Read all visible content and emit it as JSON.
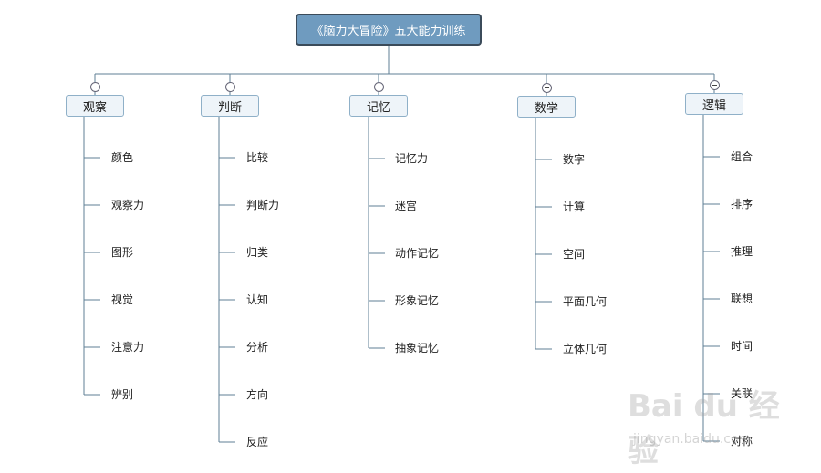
{
  "root": {
    "label": "《脑力大冒险》五大能力训练"
  },
  "branches": [
    {
      "label": "观察",
      "children": [
        "颜色",
        "观察力",
        "图形",
        "视觉",
        "注意力",
        "辨别"
      ]
    },
    {
      "label": "判断",
      "children": [
        "比较",
        "判断力",
        "归类",
        "认知",
        "分析",
        "方向",
        "反应"
      ]
    },
    {
      "label": "记忆",
      "children": [
        "记忆力",
        "迷宫",
        "动作记忆",
        "形象记忆",
        "抽象记忆"
      ]
    },
    {
      "label": "数学",
      "children": [
        "数字",
        "计算",
        "空间",
        "平面几何",
        "立体几何"
      ]
    },
    {
      "label": "逻辑",
      "children": [
        "组合",
        "排序",
        "推理",
        "联想",
        "时间",
        "关联",
        "对称"
      ]
    }
  ],
  "watermark": {
    "logo": "Bai du 经验",
    "url": "jingyan.baidu.com"
  },
  "colors": {
    "root_fill": "#6f9bbf",
    "root_border": "#3b4b5a",
    "line": "#5f7f95",
    "branch_fill": "#eef4f9"
  }
}
